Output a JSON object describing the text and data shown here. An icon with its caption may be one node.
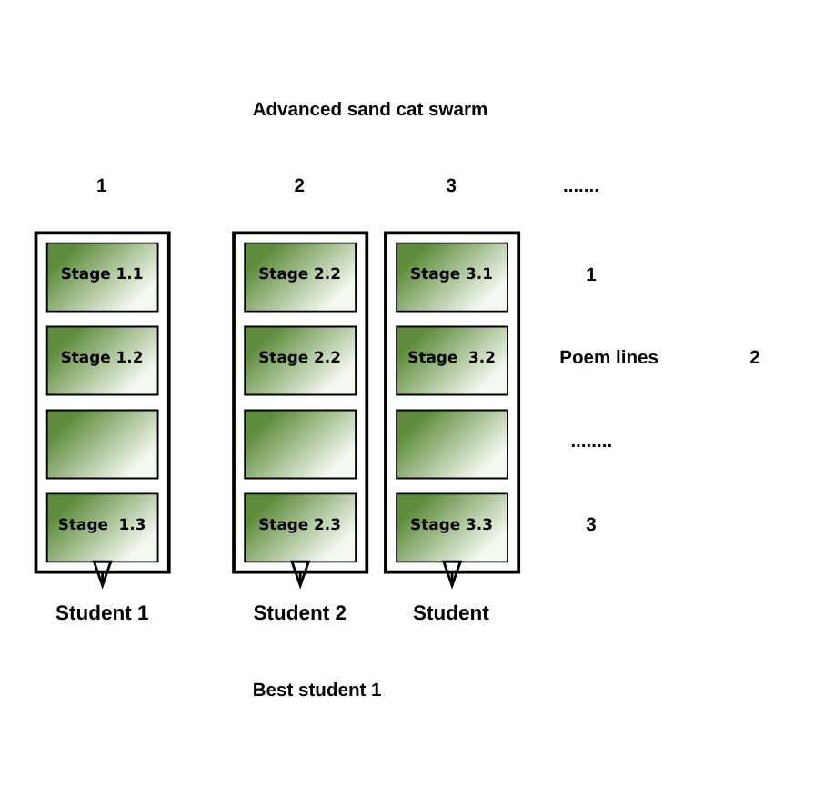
{
  "diagram": {
    "nodes": [
      {
        "text": [],
        "shape": "bar"
      },
      {
        "text": [
          "Stage 1.1"
        ],
        "in": 0
      },
      {
        "text": [
          "Stage 1.2"
        ],
        "in": 0
      },
      {
        "text": [],
        "shape": "box",
        "in": 0
      },
      {
        "text": [
          "Stage  1.3"
        ],
        "in": 0
      },
      {
        "text": [],
        "shape": "bar"
      },
      {
        "text": [
          "Stage 2.2"
        ],
        "in": 5
      },
      {
        "text": [
          "Stage 2.2"
        ],
        "in": 5
      },
      {
        "text": [],
        "shape": "box",
        "in": 5
      },
      {
        "text": [
          "Stage 2.3"
        ],
        "in": 5
      },
      {
        "text": [],
        "shape": "bar"
      },
      {
        "text": [
          "Stage 3.1"
        ],
        "in": 10
      },
      {
        "text": [
          "Stage  3.2"
        ],
        "in": 10
      },
      {
        "text": [],
        "shape": "box",
        "in": 10
      },
      {
        "text": [
          "Stage 3.3"
        ],
        "in": 10
      },
      {
        "text": [
          "Student 1"
        ]
      },
      {
        "text": [
          "Student 2"
        ]
      },
      {
        "text": [
          "Student"
        ]
      }
    ],
    "edges": [
      {
        "from": 0,
        "to": 15,
        "arrow": "to"
      },
      {
        "from": 5,
        "to": 16,
        "arrow": "to"
      },
      {
        "from": 10,
        "to": 17,
        "arrow": "to"
      }
    ],
    "labels": [
      "Advanced sand cat swarm",
      "1",
      "2",
      ".......",
      "3",
      "1",
      "Poem lines",
      "2",
      "........",
      "3",
      "Best student 1"
    ]
  }
}
